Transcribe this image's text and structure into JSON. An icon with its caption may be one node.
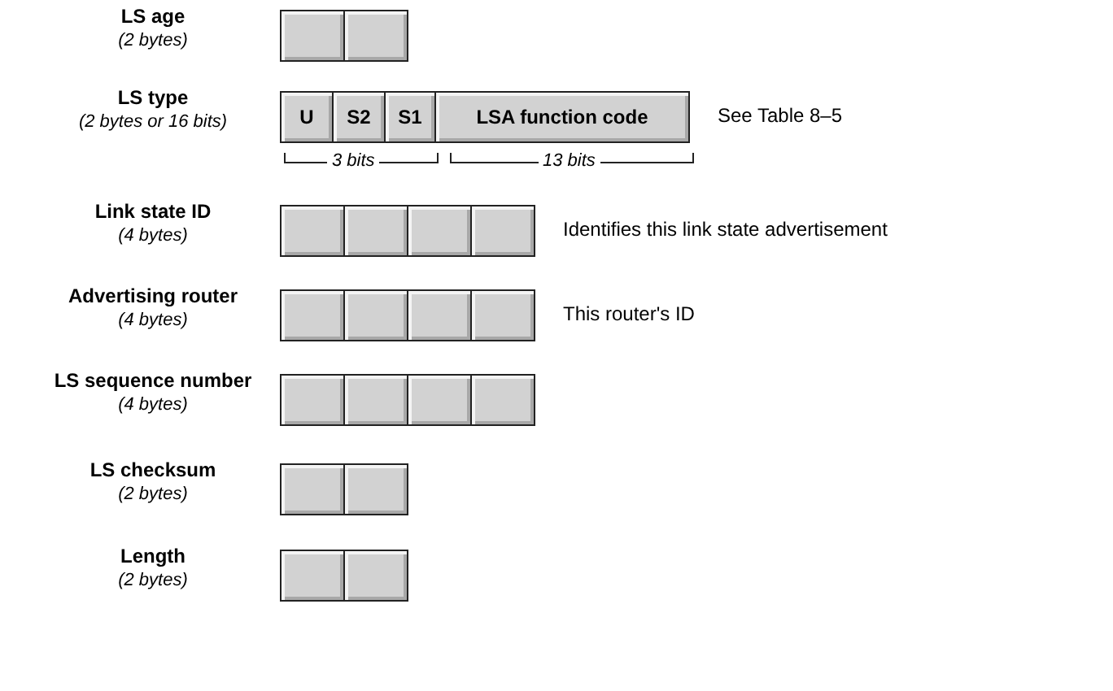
{
  "diagram": {
    "nodes": [
      {
        "text": [],
        "shape": "box"
      },
      {
        "text": [],
        "shape": "box"
      },
      {
        "text": [
          "U"
        ]
      },
      {
        "text": [
          "S2"
        ]
      },
      {
        "text": [
          "S1"
        ]
      },
      {
        "text": [
          "LSA function code"
        ]
      },
      {
        "text": [],
        "shape": "box"
      },
      {
        "text": [],
        "shape": "box"
      },
      {
        "text": [],
        "shape": "box"
      },
      {
        "text": [],
        "shape": "box"
      },
      {
        "text": [],
        "shape": "box"
      },
      {
        "text": [],
        "shape": "box"
      },
      {
        "text": [],
        "shape": "box"
      },
      {
        "text": [],
        "shape": "box"
      },
      {
        "text": [],
        "shape": "box"
      },
      {
        "text": [],
        "shape": "box"
      },
      {
        "text": [],
        "shape": "box"
      },
      {
        "text": [],
        "shape": "box"
      },
      {
        "text": [],
        "shape": "box"
      },
      {
        "text": [],
        "shape": "box"
      },
      {
        "text": [],
        "shape": "box"
      },
      {
        "text": [],
        "shape": "box"
      }
    ],
    "labels": [
      "LS age",
      "(2 bytes)",
      "LS type",
      "(2 bytes or 16 bits)",
      "See Table 8–5",
      "3 bits",
      "13 bits",
      "Link state ID",
      "(4 bytes)",
      "Identifies this link state advertisement",
      "Advertising router",
      "(4 bytes)",
      "This router's ID",
      "LS sequence number",
      "(4 bytes)",
      "LS checksum",
      "(2 bytes)",
      "Length",
      "(2 bytes)"
    ]
  }
}
